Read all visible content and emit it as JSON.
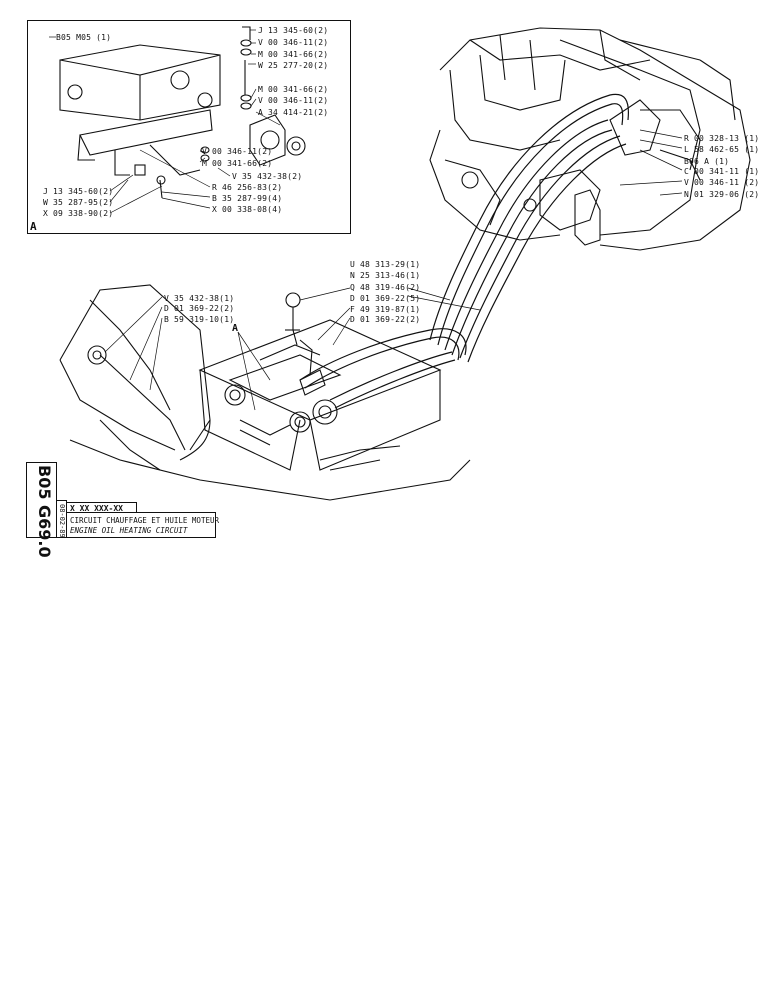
{
  "inset": {
    "letter": "A",
    "ref": "B05 M05 (1)",
    "parts": [
      "J 13 345-60(2)",
      "V 00 346-11(2)",
      "M 00 341-66(2)",
      "W 25 277-20(2)",
      "M 00 341-66(2)",
      "V 00 346-11(2)",
      "A 34 414-21(2)",
      "V 00 346-11(2)",
      "M 00 341-66(2)",
      "V 35 432-38(2)",
      "R 46 256-83(2)",
      "B 35 287-99(4)",
      "X 00 338-08(4)",
      "J 13 345-60(2)",
      "W 35 287-95(2)",
      "X 09 338-90(2)"
    ]
  },
  "engine_parts": [
    "R 00 328-13 (1)",
    "L 58 462-65 (1)",
    "B06 A   (1)",
    "C 00 341-11 (1)",
    "V 00 346-11 (2)",
    "N 01 329-06 (2)"
  ],
  "middle_parts": [
    "U 48 313-29(1)",
    "N 25 313-46(1)",
    "Q 48 319-46(2)",
    "D 01 369-22(5)",
    "F 49 319-87(1)",
    "D 01 369-22(2)"
  ],
  "left_parts": [
    "V 35 432-38(1)",
    "D 01 369-22(2)",
    "B 59 319-10(1)"
  ],
  "callout_a": "A",
  "title_block": {
    "code": "B05 G69.0",
    "date": "08-02-89",
    "ref": "X XX XXX-XX",
    "title_fr": "CIRCUIT CHAUFFAGE ET HUILE MOTEUR",
    "title_en": "ENGINE OIL      HEATING CIRCUIT"
  }
}
